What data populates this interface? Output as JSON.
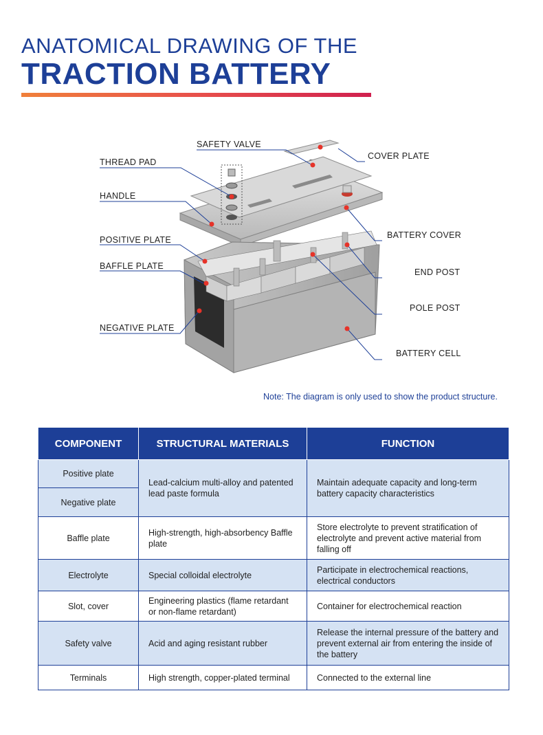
{
  "header": {
    "title_line1": "ANATOMICAL DRAWING OF THE",
    "title_line2": "TRACTION BATTERY"
  },
  "diagram": {
    "labels": {
      "safety_valve": "SAFETY VALVE",
      "cover_plate": "COVER PLATE",
      "thread_pad": "THREAD PAD",
      "handle": "HANDLE",
      "battery_cover": "BATTERY COVER",
      "positive_plate": "POSITIVE PLATE",
      "baffle_plate": "BAFFLE PLATE",
      "end_post": "END POST",
      "pole_post": "POLE POST",
      "negative_plate": "NEGATIVE PLATE",
      "battery_cell": "BATTERY CELL"
    },
    "colors": {
      "accent_dot": "#e63329",
      "leader_line": "#1d3f97"
    }
  },
  "note": "Note: The diagram is only used to show the product structure.",
  "table": {
    "headers": [
      "COMPONENT",
      "STRUCTURAL MATERIALS",
      "FUNCTION"
    ],
    "rows": {
      "positive_plate": "Positive plate",
      "negative_plate": "Negative plate",
      "plate_material": "Lead-calcium multi-alloy and patented lead paste formula",
      "plate_function": "Maintain adequate capacity and long-term battery capacity characteristics",
      "baffle_component": "Baffle plate",
      "baffle_material": "High-strength, high-absorbency Baffle plate",
      "baffle_function": "Store electrolyte to prevent stratification of electrolyte and prevent active material from falling off",
      "electrolyte_component": "Electrolyte",
      "electrolyte_material": "Special colloidal electrolyte",
      "electrolyte_function": "Participate in electrochemical reactions, electrical conductors",
      "slot_component": "Slot, cover",
      "slot_material": "Engineering plastics (flame retardant or non-flame retardant)",
      "slot_function": "Container for electrochemical reaction",
      "valve_component": "Safety valve",
      "valve_material": "Acid and aging resistant rubber",
      "valve_function": "Release the internal pressure of the battery and prevent external air from entering the inside of the battery",
      "terminals_component": "Terminals",
      "terminals_material": "High strength, copper-plated terminal",
      "terminals_function": "Connected to the external line"
    },
    "colors": {
      "header_bg": "#1d3f97",
      "shade_row": "#d5e2f3"
    }
  }
}
